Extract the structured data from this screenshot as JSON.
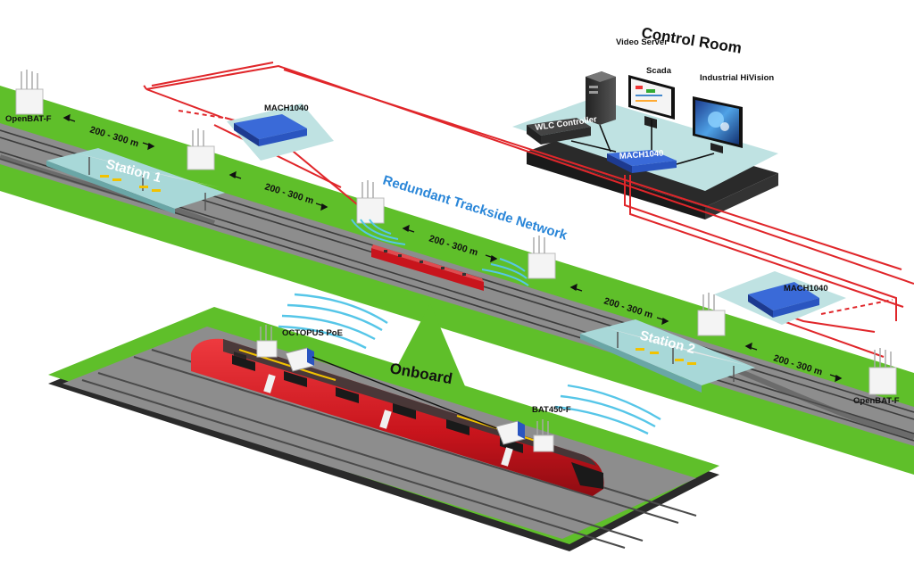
{
  "diagram": {
    "title": "Control Room",
    "network_label": "Redundant Trackside Network",
    "onboard_label": "Onboard",
    "control_room": {
      "video_server": "Video Server",
      "scada": "Scada",
      "industrial_hivision": "Industrial HiVision",
      "wlc_controller": "WLC Controller",
      "switch": "MACH1040"
    },
    "switches": {
      "left": "MACH1040",
      "right": "MACH1040"
    },
    "access_points": {
      "left_end": "OpenBAT-F",
      "right_end": "OpenBAT-F",
      "onboard": "BAT450-F"
    },
    "onboard_switch": "OCTOPUS PoE",
    "stations": [
      "Station 1",
      "Station 2"
    ],
    "distances": [
      "200 - 300 m",
      "200 - 300 m",
      "200 - 300 m",
      "200 - 300 m",
      "200 - 300 m"
    ],
    "colors": {
      "grass": "#5fbf2a",
      "track": "#6f6f6f",
      "network": "#e0262a",
      "platform": "#a8d8d8",
      "label_blue": "#2a86d8",
      "wifi": "#56c6e8",
      "train_red": "#c8141c",
      "switch_blue": "#2a55c0"
    }
  }
}
